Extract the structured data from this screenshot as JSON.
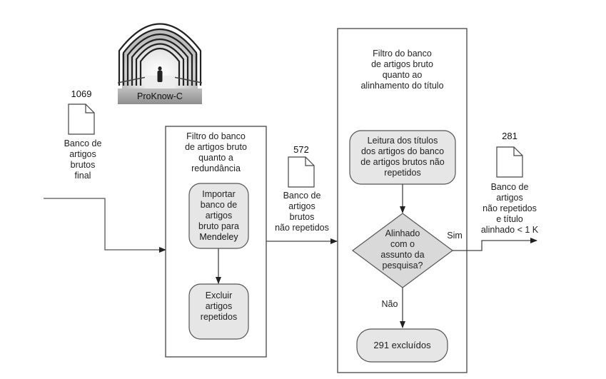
{
  "logo": {
    "caption": "ProKnow-C",
    "icon": "tunnel-arch-person-icon"
  },
  "input_doc": {
    "count": "1069",
    "label_lines": [
      "Banco de",
      "artigos",
      "brutos",
      "final"
    ]
  },
  "filter_redundancy": {
    "title_lines": [
      "Filtro do banco",
      "de artigos bruto",
      "quanto a",
      "redundância"
    ],
    "step1_lines": [
      "Importar",
      "banco de",
      "artigos",
      "bruto para",
      "Mendeley"
    ],
    "step2_lines": [
      "Excluir",
      "artigos",
      "repetidos"
    ]
  },
  "mid_doc": {
    "count": "572",
    "label_lines": [
      "Banco de",
      "artigos",
      "brutos",
      "não repetidos"
    ]
  },
  "filter_title": {
    "title_lines": [
      "Filtro do banco",
      "de artigos bruto",
      "quanto ao",
      "alinhamento do título"
    ],
    "step1_lines": [
      "Leitura dos títulos",
      "dos artigos do banco",
      "de artigos brutos não",
      "repetidos"
    ],
    "decision_lines": [
      "Alinhado",
      "com o",
      "assunto da",
      "pesquisa?"
    ],
    "yes_label": "Sim",
    "no_label": "Não",
    "excluded_label": "291 excluídos"
  },
  "output_doc": {
    "count": "281",
    "label_lines": [
      "Banco de",
      "artigos",
      "não repetidos",
      "e título",
      "alinhado < 1 K"
    ]
  },
  "colors": {
    "line": "#444444",
    "box_fill": "#e6e6e6",
    "decision_fill": "#d9d9d9"
  }
}
